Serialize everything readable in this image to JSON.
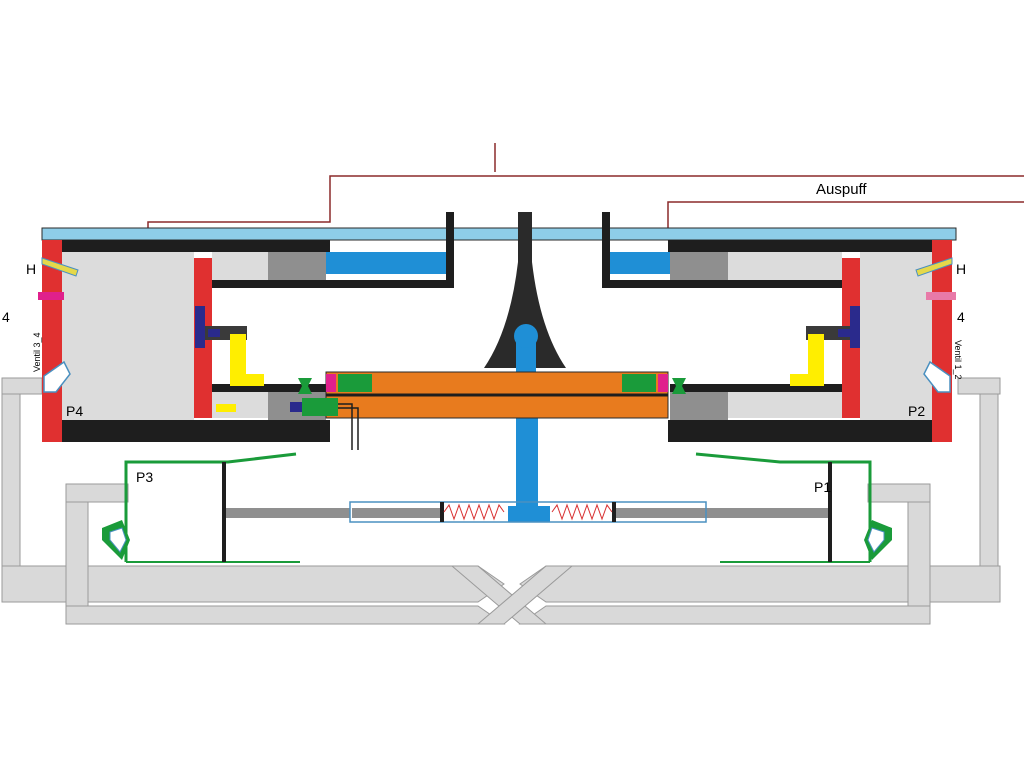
{
  "labels": {
    "exhaust": "Auspuff",
    "h_left": "H",
    "h_right": "H",
    "num_left": "4",
    "num_right": "4",
    "valve_left": "Ventil 3_4",
    "valve_right": "Ventil 1_2",
    "p1": "P1",
    "p2": "P2",
    "p3": "P3",
    "p4": "P4"
  },
  "colors": {
    "wall": "#e03030",
    "chamber": "#dcdcdc",
    "frame": "#1e1e1e",
    "cover": "#8ecde8",
    "piston": "#1f8fd6",
    "rod": "#e87b1e",
    "seal_green": "#1a9b3a",
    "tab_yellow": "#ffee00",
    "valve_blue": "#2a2a8c",
    "accent_magenta": "#e0208c",
    "pipe": "#d9d9d9",
    "spring": "#d83030",
    "exhaust_line": "#8b2a2a"
  }
}
